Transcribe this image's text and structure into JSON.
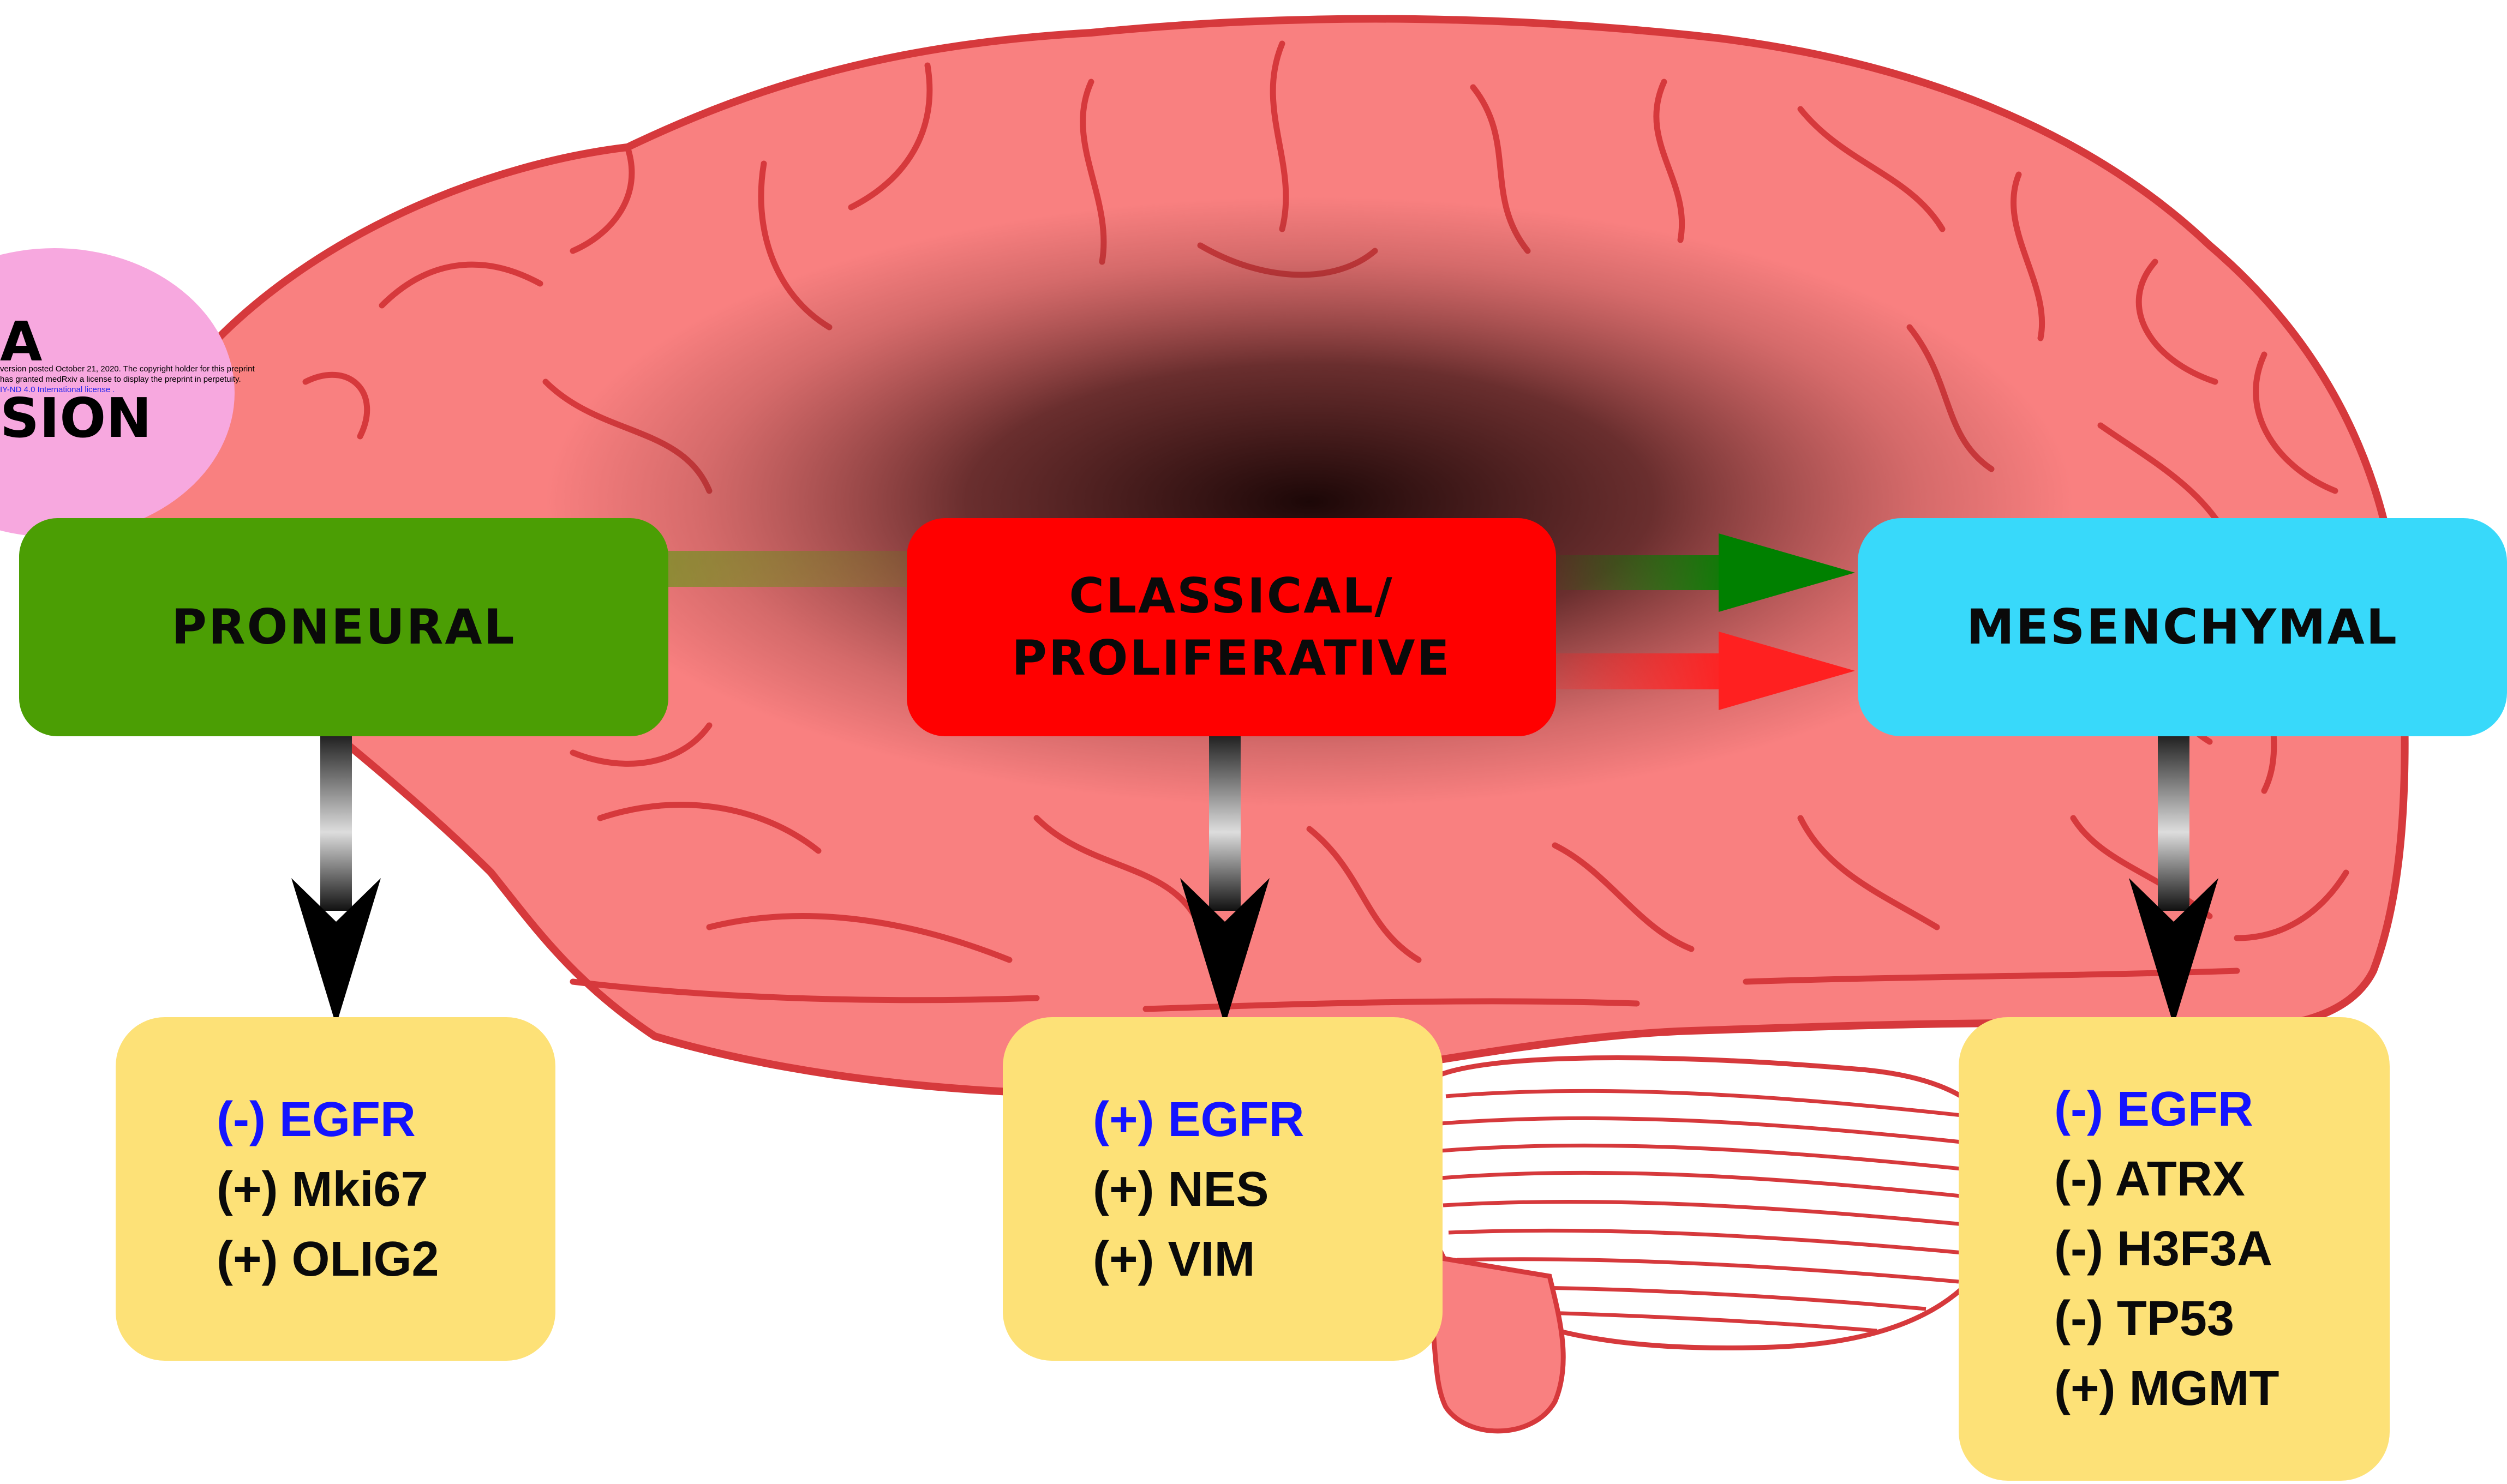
{
  "colors": {
    "brain_fill": "#f98080",
    "brain_stroke": "#d6393c",
    "shadow_center": "#2a0e0e",
    "proneural": "#4b9e04",
    "classical": "#ff0000",
    "mesenchymal": "#38d9fa",
    "marker_box": "#fde177",
    "highlight_text": "#1414ff",
    "oval": "#f7a8df",
    "arrow_green": "#008000",
    "arrow_red": "#ff2020"
  },
  "oval": {
    "title_line1": "A",
    "title_line2": "SION",
    "notice_line1": "version posted October 21, 2020. The copyright holder for this preprint",
    "notice_line2": "has granted medRxiv a license to display the preprint in perpetuity.",
    "notice_line3": "IY-ND 4.0 International license ."
  },
  "subtypes": {
    "proneural": {
      "label": "PRONEURAL"
    },
    "classical": {
      "label_line1": "CLASSICAL/",
      "label_line2": "PROLIFERATIVE"
    },
    "mesenchymal": {
      "label": "MESENCHYMAL"
    }
  },
  "markers": {
    "proneural": [
      "(-) EGFR",
      "(+) Mki67",
      "(+) OLIG2"
    ],
    "classical": [
      "(+) EGFR",
      "(+) NES",
      "(+) VIM"
    ],
    "mesenchymal": [
      "(-) EGFR",
      "(-) ATRX",
      "(-) H3F3A",
      "(-) TP53",
      "(+) MGMT"
    ]
  }
}
